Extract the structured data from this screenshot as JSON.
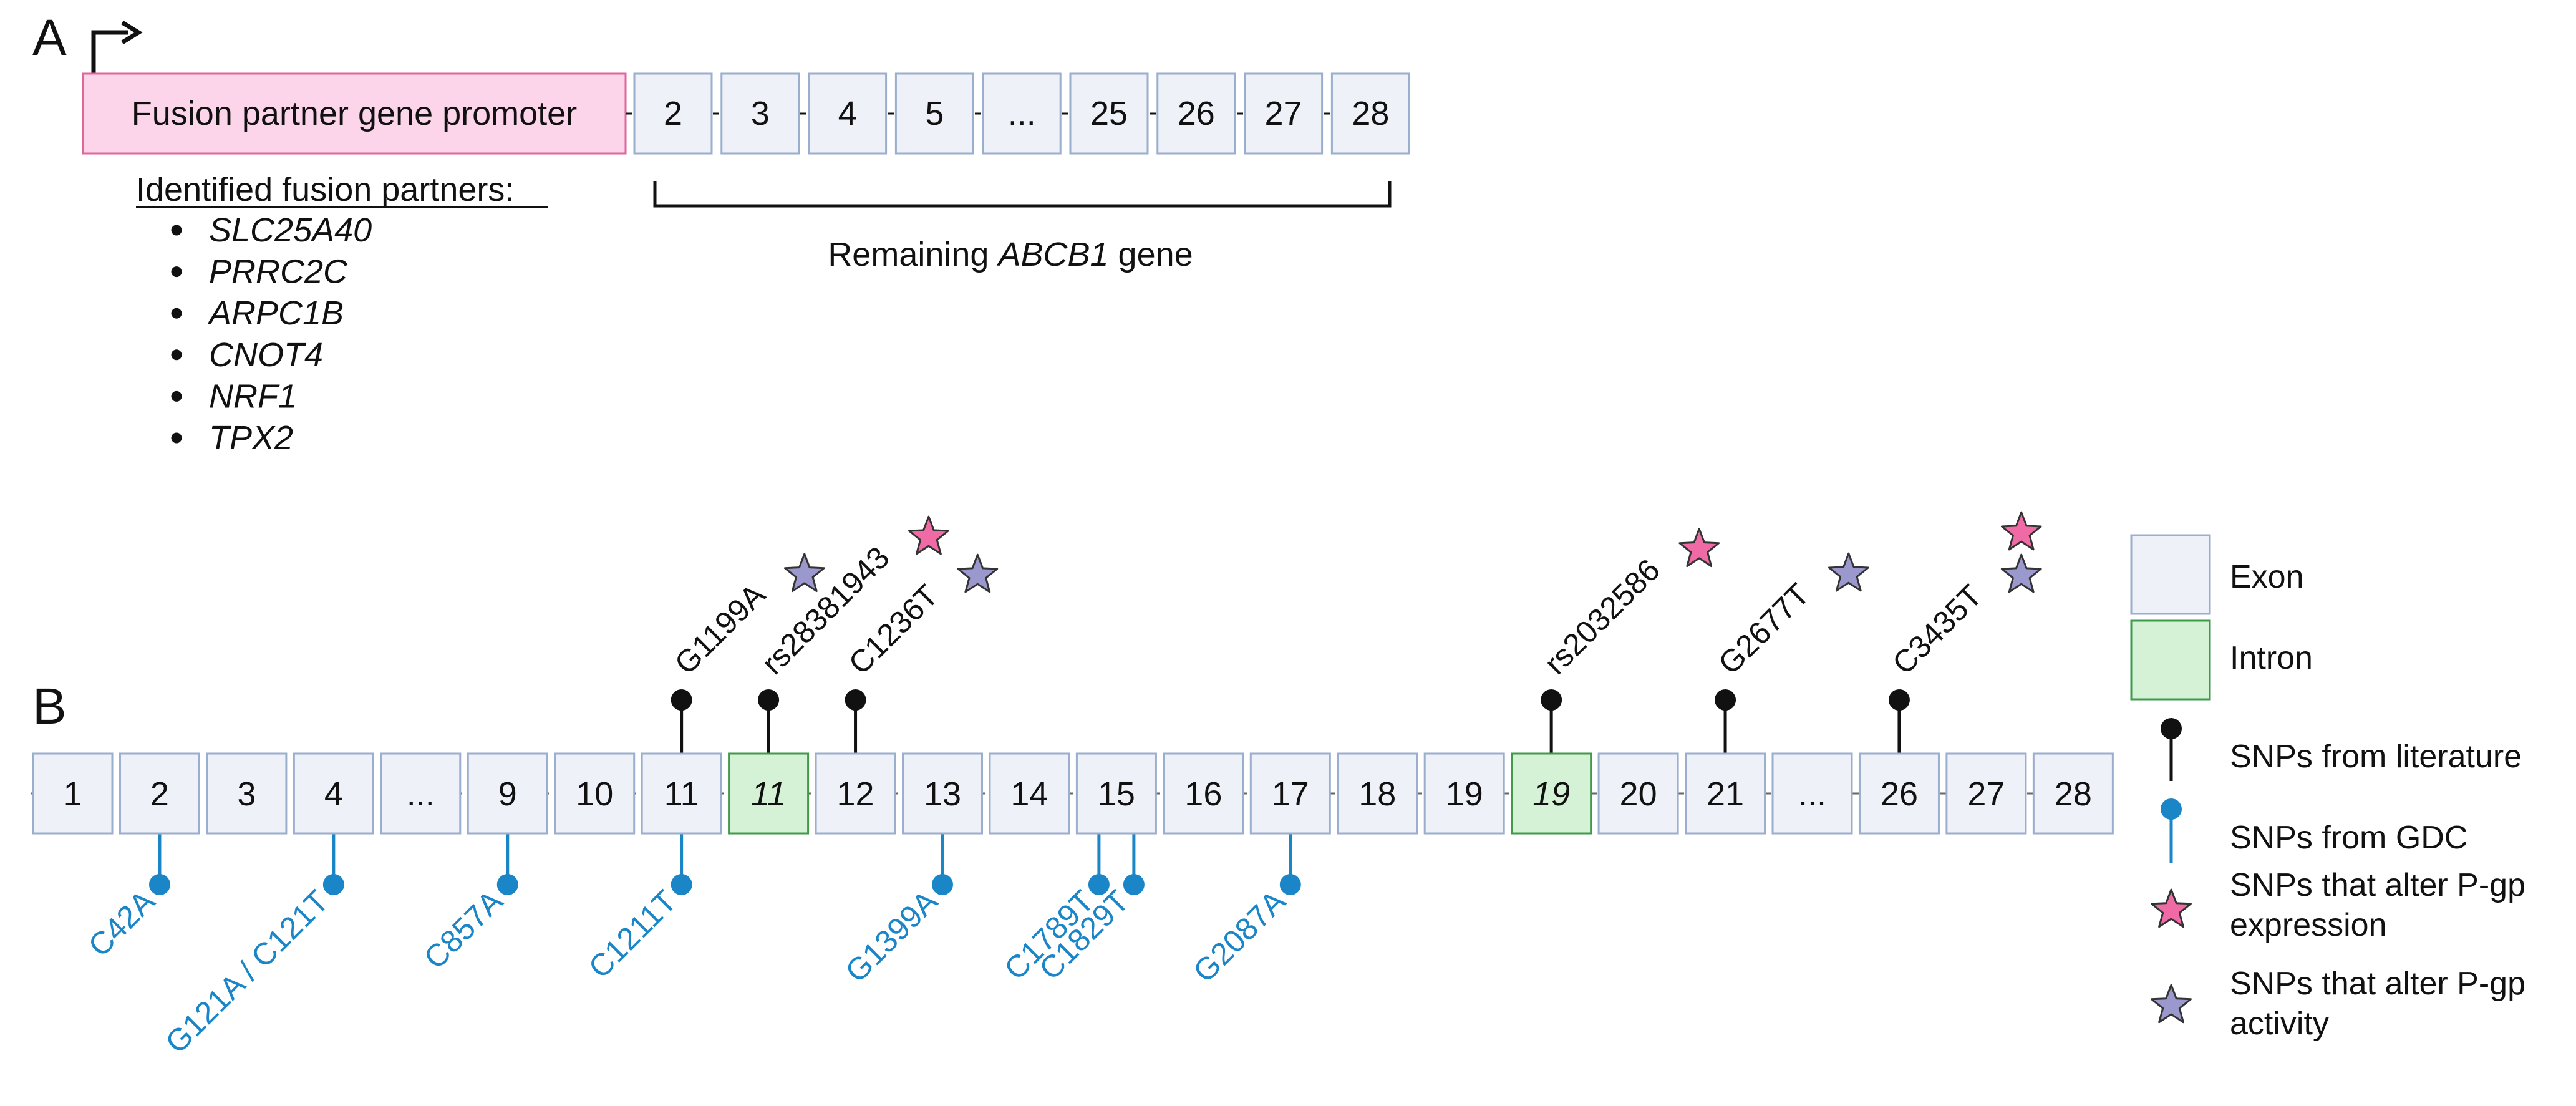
{
  "colors": {
    "exon_fill": "#eef2f8",
    "exon_stroke": "#9aaecd",
    "intron_fill": "#d6f2d6",
    "intron_stroke": "#3f9a4a",
    "promoter_fill": "#fcd5ea",
    "promoter_stroke": "#e0669a",
    "literature_snp": "#111111",
    "gdc_snp": "#1a86c8",
    "expression_star": "#f06aa6",
    "activity_star": "#9a98cc"
  },
  "panel_a": {
    "letter": "A",
    "promoter_label": "Fusion partner gene promoter",
    "exons": [
      "2",
      "3",
      "4",
      "5",
      "...",
      "25",
      "26",
      "27",
      "28"
    ],
    "partners_heading": "Identified fusion partners:",
    "partners": [
      "SLC25A40",
      "PRRC2C",
      "ARPC1B",
      "CNOT4",
      "NRF1",
      "TPX2"
    ],
    "remaining_prefix": "Remaining ",
    "remaining_gene": "ABCB1",
    "remaining_suffix": " gene"
  },
  "panel_b": {
    "letter": "B",
    "segments": [
      {
        "label": "1",
        "kind": "exon"
      },
      {
        "label": "2",
        "kind": "exon"
      },
      {
        "label": "3",
        "kind": "exon"
      },
      {
        "label": "4",
        "kind": "exon"
      },
      {
        "label": "...",
        "kind": "exon"
      },
      {
        "label": "9",
        "kind": "exon"
      },
      {
        "label": "10",
        "kind": "exon"
      },
      {
        "label": "11",
        "kind": "exon"
      },
      {
        "label": "11",
        "kind": "intron"
      },
      {
        "label": "12",
        "kind": "exon"
      },
      {
        "label": "13",
        "kind": "exon"
      },
      {
        "label": "14",
        "kind": "exon"
      },
      {
        "label": "15",
        "kind": "exon"
      },
      {
        "label": "16",
        "kind": "exon"
      },
      {
        "label": "17",
        "kind": "exon"
      },
      {
        "label": "18",
        "kind": "exon"
      },
      {
        "label": "19",
        "kind": "exon"
      },
      {
        "label": "19",
        "kind": "intron"
      },
      {
        "label": "20",
        "kind": "exon"
      },
      {
        "label": "21",
        "kind": "exon"
      },
      {
        "label": "...",
        "kind": "exon"
      },
      {
        "label": "26",
        "kind": "exon"
      },
      {
        "label": "27",
        "kind": "exon"
      },
      {
        "label": "28",
        "kind": "exon"
      }
    ],
    "literature_snps": [
      {
        "name": "G1199A",
        "segment": 7,
        "stars": [
          "activity"
        ]
      },
      {
        "name": "rs28381943",
        "segment": 8,
        "stars": [
          "expression"
        ]
      },
      {
        "name": "C1236T",
        "segment": 9,
        "stars": [
          "activity"
        ]
      },
      {
        "name": "rs2032586",
        "segment": 17,
        "stars": [
          "expression"
        ]
      },
      {
        "name": "G2677T",
        "segment": 19,
        "stars": [
          "activity"
        ]
      },
      {
        "name": "C3435T",
        "segment": 21,
        "stars": [
          "activity",
          "expression"
        ]
      }
    ],
    "gdc_snps": [
      {
        "name": "C42A",
        "segment": 1
      },
      {
        "name": "G121A / C121T",
        "segment": 3
      },
      {
        "name": "C857A",
        "segment": 5
      },
      {
        "name": "C1211T",
        "segment": 7
      },
      {
        "name": "G1399A",
        "segment": 10
      },
      {
        "name": "C1789T",
        "segment": 12
      },
      {
        "name": "C1829T",
        "segment": 12
      },
      {
        "name": "G2087A",
        "segment": 14
      }
    ]
  },
  "legend": {
    "exon": "Exon",
    "intron": "Intron",
    "literature": "SNPs from literature",
    "gdc": "SNPs from GDC",
    "expression_line1": "SNPs that alter P-gp",
    "expression_line2": "expression",
    "activity_line1": "SNPs that alter P-gp",
    "activity_line2": "activity"
  }
}
